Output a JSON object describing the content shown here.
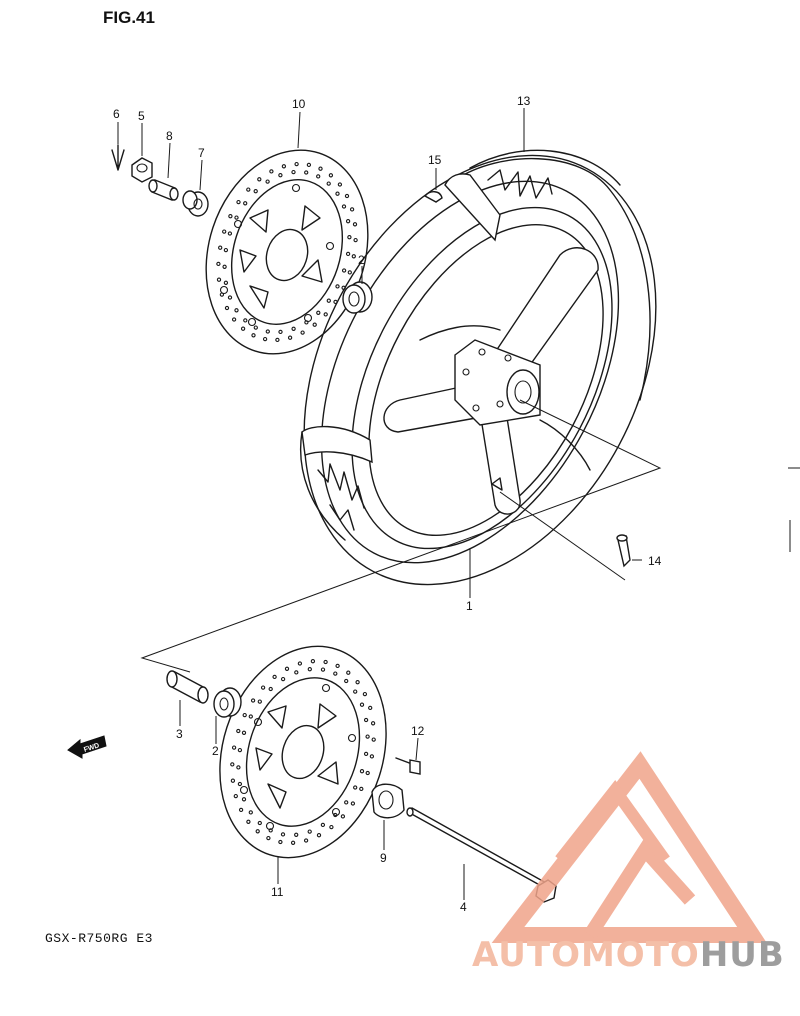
{
  "figure": {
    "title": "FIG.41",
    "model": "GSX-R750RG  E3"
  },
  "direction_marker": {
    "text": "FWD"
  },
  "callouts": [
    {
      "id": "c1",
      "label": "1"
    },
    {
      "id": "c2a",
      "label": "2"
    },
    {
      "id": "c2b",
      "label": "2"
    },
    {
      "id": "c3",
      "label": "3"
    },
    {
      "id": "c4",
      "label": "4"
    },
    {
      "id": "c5",
      "label": "5"
    },
    {
      "id": "c6",
      "label": "6"
    },
    {
      "id": "c7",
      "label": "7"
    },
    {
      "id": "c8",
      "label": "8"
    },
    {
      "id": "c9",
      "label": "9"
    },
    {
      "id": "c10",
      "label": "10"
    },
    {
      "id": "c11",
      "label": "11"
    },
    {
      "id": "c12",
      "label": "12"
    },
    {
      "id": "c13",
      "label": "13"
    },
    {
      "id": "c14",
      "label": "14"
    },
    {
      "id": "c15",
      "label": "15"
    }
  ],
  "watermark": {
    "text_part1": "AUTOMOTO",
    "text_part2": "HUB",
    "color_primary": "#f3b49a",
    "color_secondary": "#8c8c8c"
  }
}
